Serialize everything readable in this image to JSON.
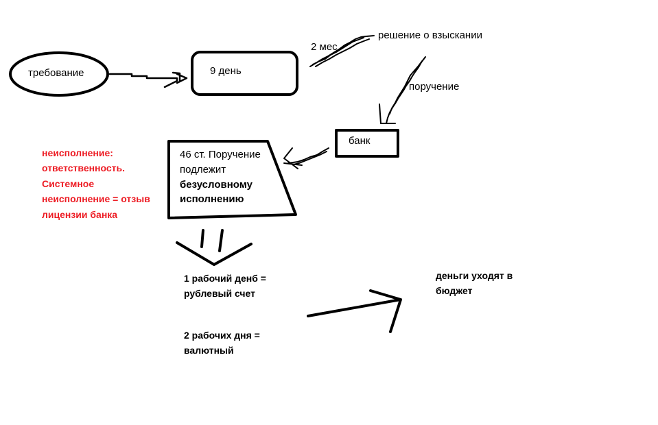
{
  "nodes": {
    "demand": "требование",
    "day9": "9 день",
    "decision": "решение о взыскании",
    "bank": "банк",
    "article_line1": "46 ст. Поручение",
    "article_line2": "подлежит",
    "article_line3": "безусловному",
    "article_line4": "исполнению"
  },
  "edges": {
    "two_months": "2 мес",
    "order": "поручение"
  },
  "notes": {
    "liability": [
      "неисполнение:",
      "ответственность.",
      "Системное",
      "неисполнение = отзыв",
      "лицензии банка"
    ],
    "rub_account": [
      "1 рабочий денб =",
      "рублевый счет"
    ],
    "fx_account": [
      "2 рабочих дня =",
      "валютный"
    ],
    "budget": [
      "деньги уходят в",
      "бюджет"
    ]
  },
  "colors": {
    "stroke": "#000000",
    "highlight": "#ed1c24"
  }
}
